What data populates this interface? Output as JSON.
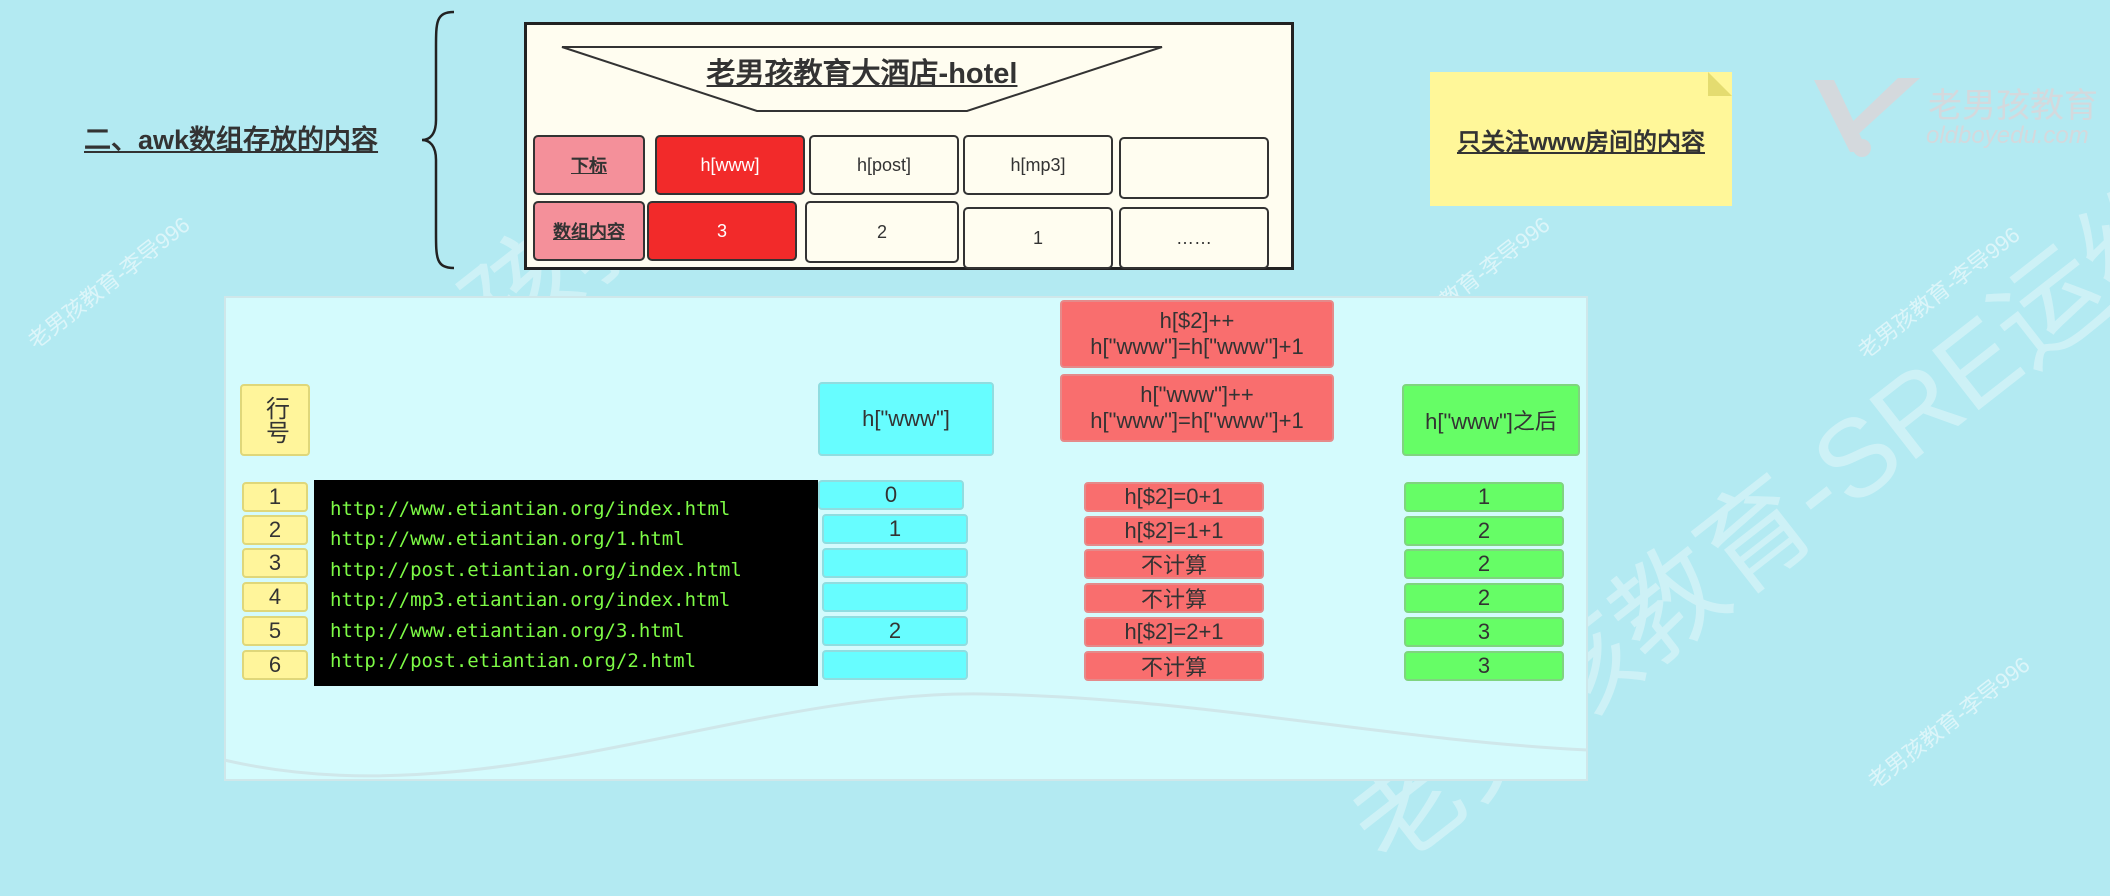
{
  "section_title": "二、awk数组存放的内容",
  "hotel": {
    "title": "老男孩教育大酒店-hotel",
    "row_header_index": "下标",
    "row_header_content": "数组内容",
    "keys": [
      "h[www]",
      "h[post]",
      "h[mp3]",
      ""
    ],
    "values": [
      "3",
      "2",
      "1",
      "……"
    ]
  },
  "note": "只关注www房间的内容",
  "logo": {
    "cn": "老男孩教育",
    "en": "oldboyedu.com"
  },
  "table": {
    "row_header": "行号",
    "before_header": "h[\"www\"]",
    "expr_top": [
      "h[$2]++",
      "h[\"www\"]=h[\"www\"]+1"
    ],
    "expr_bottom": [
      "h[\"www\"]++",
      "h[\"www\"]=h[\"www\"]+1"
    ],
    "after_header": "h[\"www\"]之后",
    "rows": [
      {
        "num": "1",
        "url": "http://www.etiantian.org/index.html",
        "before": "0",
        "op": "h[$2]=0+1",
        "after": "1"
      },
      {
        "num": "2",
        "url": "http://www.etiantian.org/1.html",
        "before": "1",
        "op": "h[$2]=1+1",
        "after": "2"
      },
      {
        "num": "3",
        "url": "http://post.etiantian.org/index.html",
        "before": "",
        "op": "不计算",
        "after": "2"
      },
      {
        "num": "4",
        "url": "http://mp3.etiantian.org/index.html",
        "before": "",
        "op": "不计算",
        "after": "2"
      },
      {
        "num": "5",
        "url": "http://www.etiantian.org/3.html",
        "before": "2",
        "op": "h[$2]=2+1",
        "after": "3"
      },
      {
        "num": "6",
        "url": "http://post.etiantian.org/2.html",
        "before": "",
        "op": "不计算",
        "after": "3"
      }
    ]
  },
  "watermarks": {
    "big1": "老男孩教育",
    "big2": "老男孩教育-SRE运维",
    "small": "老男孩教育-李导996"
  },
  "colors": {
    "background": "#b3eaf2",
    "red": "#f96e6e",
    "cyan": "#67fdff",
    "green": "#66fd66",
    "yellow": "#fff59b"
  }
}
